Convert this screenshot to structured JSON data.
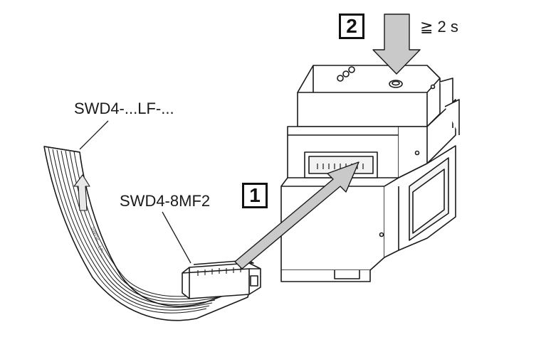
{
  "labels": {
    "cable": "SWD4-...LF-...",
    "connector": "SWD4-8MF2",
    "duration": "≧ 2 s",
    "cable_print": "SWD4-...LF-..."
  },
  "steps": {
    "one": "1",
    "two": "2"
  },
  "colors": {
    "outline": "#1a1a1a",
    "arrow_fill": "#c9c9c9",
    "device_fill": "#ffffff",
    "shadow": "#e6e6e6"
  }
}
